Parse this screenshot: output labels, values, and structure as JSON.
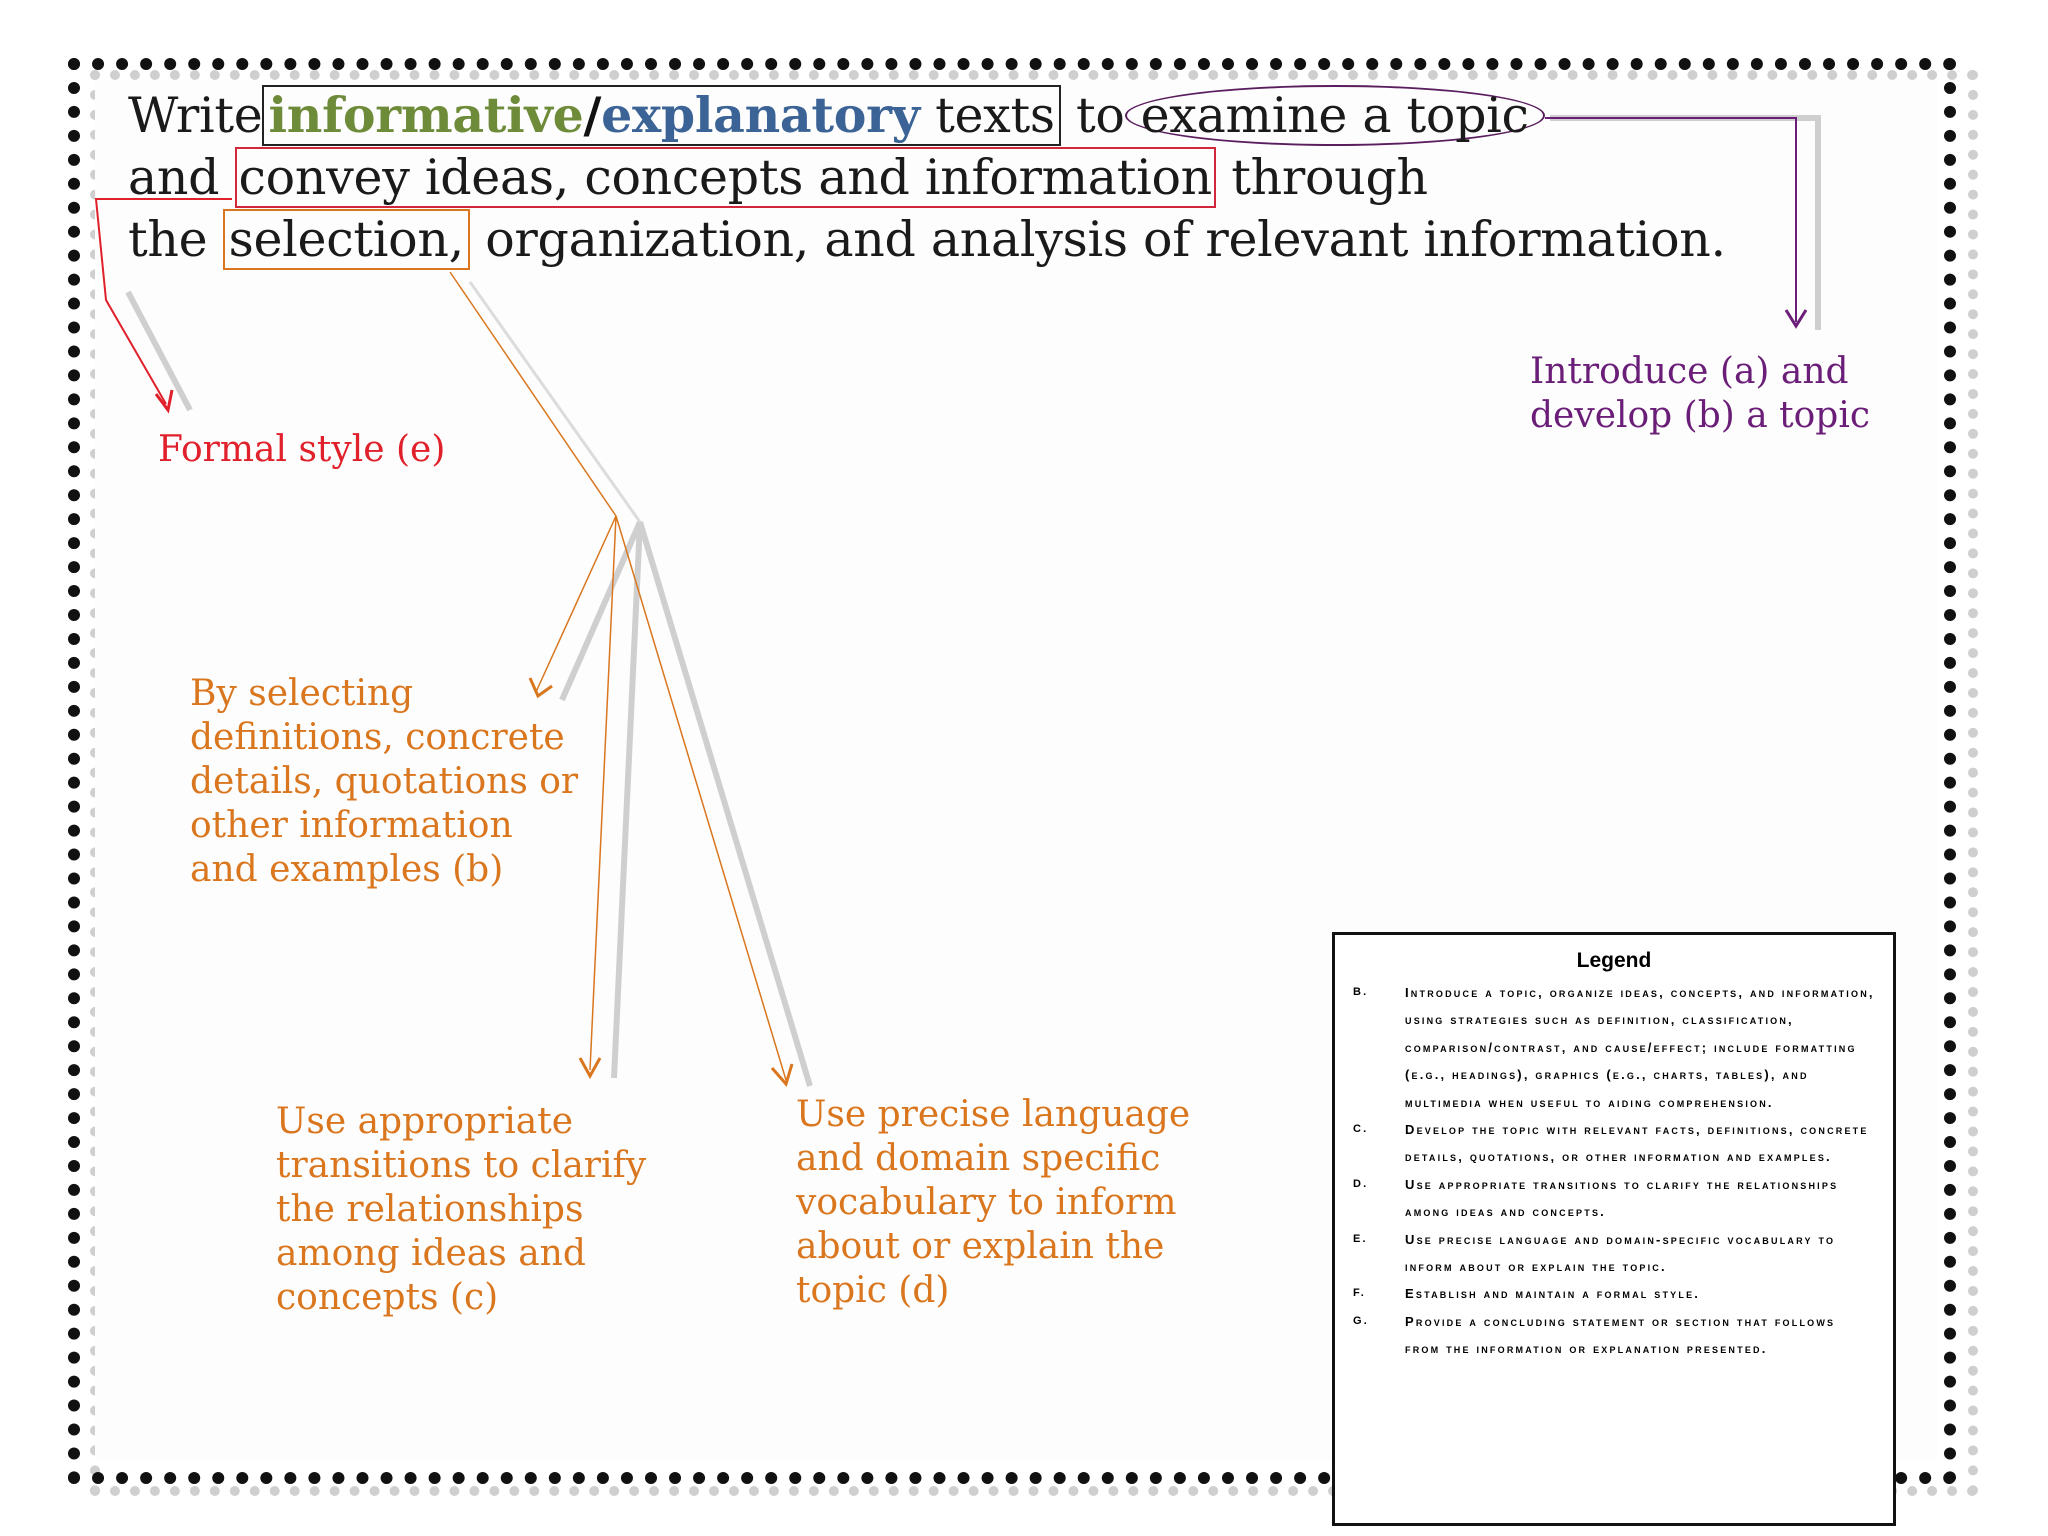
{
  "standard": {
    "w1": "Write",
    "informative": "informative",
    "slash": "/",
    "explanatory": "explanatory",
    "texts": "texts",
    "to": "to",
    "examine": "examine a topic",
    "and": "and",
    "convey": "convey ideas, concepts and information",
    "through": "through",
    "the": "the",
    "selection": "selection,",
    "rest": "organization, and analysis of relevant information."
  },
  "labels": {
    "formal": "Formal style (e)",
    "introduce_1": "Introduce (a) and",
    "introduce_2": "develop (b) a topic",
    "selecting": [
      "By selecting",
      "definitions, concrete",
      "details, quotations or",
      "other information",
      "and examples (b)"
    ],
    "transitions": [
      "Use appropriate",
      "transitions to clarify",
      "the relationships",
      "among ideas and",
      "concepts (c)"
    ],
    "precise": [
      "Use precise language",
      "and domain specific",
      "vocabulary to inform",
      "about or explain the",
      "topic (d)"
    ]
  },
  "legend": {
    "title": "Legend",
    "items": [
      {
        "letter": "b.",
        "text": "Introduce a topic, organize ideas, concepts, and information, using strategies such as definition, classification, comparison/contrast, and cause/effect; include formatting (e.g., headings), graphics (e.g., charts, tables), and multimedia when useful to aiding comprehension."
      },
      {
        "letter": "c.",
        "text": "Develop the topic with relevant facts, definitions, concrete details, quotations, or other information and examples."
      },
      {
        "letter": "d.",
        "text": "Use appropriate transitions to clarify the relationships among ideas and concepts."
      },
      {
        "letter": "e.",
        "text": "Use precise language and domain-specific vocabulary to inform about or explain the topic."
      },
      {
        "letter": "f.",
        "text": "Establish and maintain a formal style."
      },
      {
        "letter": "g.",
        "text": "Provide a concluding statement or section that follows from the information or explanation presented."
      }
    ]
  },
  "colors": {
    "informative": "#6e8b3a",
    "explanatory": "#3b6396",
    "red": "#e0202a",
    "purple": "#6b1e78",
    "orange": "#d9761e"
  }
}
